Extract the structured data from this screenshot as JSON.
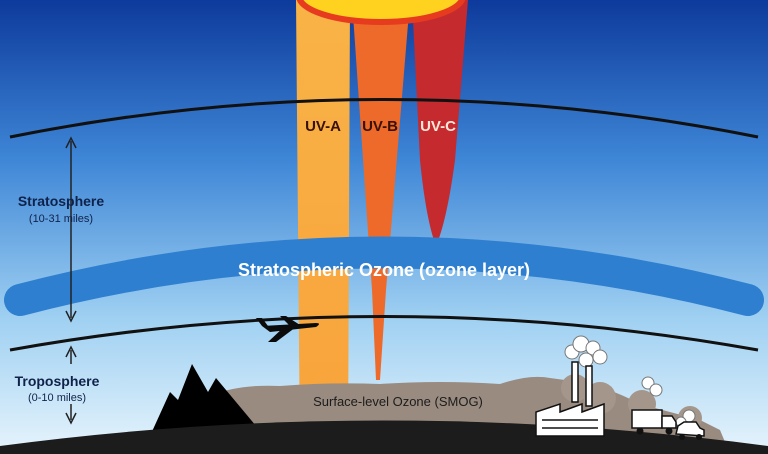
{
  "rays": {
    "uva": {
      "label": "UV-A",
      "color": "#f7a83a"
    },
    "uvb": {
      "label": "UV-B",
      "color": "#ee6a2a"
    },
    "uvc": {
      "label": "UV-C",
      "color": "#c42a2e"
    }
  },
  "layers": {
    "stratosphere": {
      "name": "Stratosphere",
      "range": "(10-31 miles)"
    },
    "troposphere": {
      "name": "Troposphere",
      "range": "(0-10 miles)"
    },
    "ozone_layer_label": "Stratospheric Ozone (ozone layer)",
    "smog_label": "Surface-level Ozone (SMOG)"
  },
  "colors": {
    "sky_top": "#0d3a9c",
    "sky_bottom": "#d9eefa",
    "ozone_band": "#2f7fd0",
    "sun": "#ffd21f",
    "smog": "#9a8b80",
    "ground": "#1c1c1c"
  },
  "icons": {
    "sun": "sun-icon",
    "airplane": "airplane-icon",
    "mountain": "mountain-icon",
    "factory": "factory-icon",
    "truck": "truck-icon",
    "car": "car-icon"
  }
}
